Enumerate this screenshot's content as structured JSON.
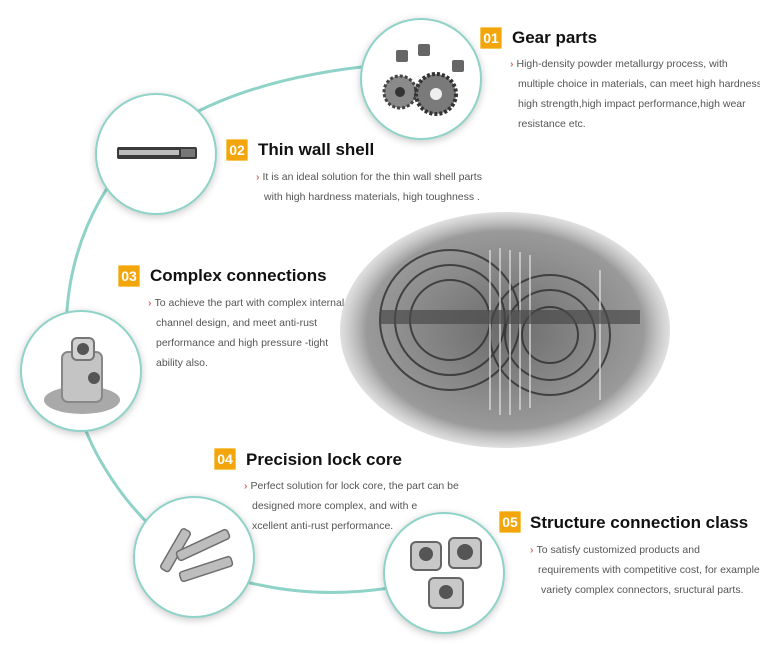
{
  "items": [
    {
      "number": "01",
      "title": "Gear parts",
      "lines": [
        "High-density powder metallurgy process, with",
        "multiple choice in materials, can meet high hardness",
        "high strength,high impact performance,high wear",
        "resistance etc."
      ]
    },
    {
      "number": "02",
      "title": "Thin wall shell",
      "lines": [
        "It is an ideal solution  for the thin wall shell parts",
        "with high hardness materials, high toughness ."
      ]
    },
    {
      "number": "03",
      "title": "Complex connections",
      "lines": [
        "To achieve  the part with complex internal",
        "channel design, and meet anti-rust",
        "performance and high pressure -tight",
        "ability also."
      ]
    },
    {
      "number": "04",
      "title": "Precision lock core",
      "lines": [
        "Perfect solution for lock core, the part can be",
        "designed more complex, and with e",
        "xcellent anti-rust performance."
      ]
    },
    {
      "number": "05",
      "title": "Structure connection class",
      "lines": [
        "To satisfy customized products and",
        "requirements with competitive cost, for example,",
        "variety complex connectors, sructural parts."
      ]
    }
  ],
  "colors": {
    "accent": "#f2a60c",
    "arc": "#8fd3c8",
    "arrow": "#e06a6a"
  },
  "icons": [
    "gear-parts-photo",
    "thin-wall-shell-photo",
    "complex-connection-photo",
    "lock-core-photo",
    "structure-connector-photo",
    "transmission-cutaway-photo"
  ]
}
